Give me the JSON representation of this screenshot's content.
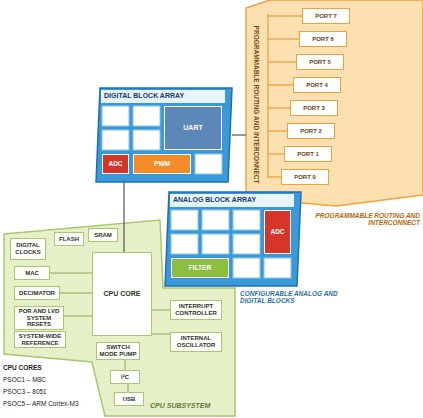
{
  "diagram": {
    "nodes": [
      {
        "text": [
          "PROGRAMMABLE ROUTING AND INTERCONNECT",
          "PROGRAMMABLE ROUTING AND INTERCONNECT"
        ]
      },
      {
        "text": [
          "PORT 7"
        ],
        "in": 0
      },
      {
        "text": [
          "PORT 6"
        ],
        "in": 0
      },
      {
        "text": [
          "PORT 5"
        ],
        "in": 0
      },
      {
        "text": [
          "PORT 4"
        ],
        "in": 0
      },
      {
        "text": [
          "PORT 3"
        ],
        "in": 0
      },
      {
        "text": [
          "PORT 2"
        ],
        "in": 0
      },
      {
        "text": [
          "PORT 1"
        ],
        "in": 0
      },
      {
        "text": [
          "PORT 0"
        ],
        "in": 0
      },
      {
        "text": [
          "DIGITAL BLOCK ARRAY"
        ]
      },
      {
        "text": [
          "UART"
        ],
        "in": 9
      },
      {
        "text": [
          "ADC"
        ],
        "in": 9
      },
      {
        "text": [
          "PWM"
        ],
        "in": 9
      },
      {
        "text": [
          "ANALOG BLOCK ARRAY"
        ]
      },
      {
        "text": [
          "ADC"
        ],
        "in": 13
      },
      {
        "text": [
          "FILTER"
        ],
        "in": 13
      },
      {
        "text": [
          "CPU SUBSYSTEM"
        ]
      },
      {
        "text": [
          "DIGITAL CLOCKS"
        ],
        "in": 16
      },
      {
        "text": [
          "FLASH"
        ],
        "in": 16
      },
      {
        "text": [
          "SRAM"
        ],
        "in": 16
      },
      {
        "text": [
          "MAC"
        ],
        "in": 16
      },
      {
        "text": [
          "CPU CORE"
        ],
        "in": 16
      },
      {
        "text": [
          "DECIMATOR"
        ],
        "in": 16
      },
      {
        "text": [
          "POR AND LVD SYSTEM RESETS"
        ],
        "in": 16
      },
      {
        "text": [
          "SYSTEM-WIDE REFERENCE"
        ],
        "in": 16
      },
      {
        "text": [
          "INTERRUPT CONTROLLER"
        ],
        "in": 16
      },
      {
        "text": [
          "SWITCH MODE PUMP"
        ],
        "in": 16
      },
      {
        "text": [
          "INTERNAL OSCILLATOR"
        ],
        "in": 16
      },
      {
        "text": [
          "I²C"
        ],
        "in": 16
      },
      {
        "text": [
          "USB"
        ],
        "in": 16
      }
    ],
    "edges": [
      {
        "from": 21,
        "to": 9,
        "arrow": "none"
      },
      {
        "from": 9,
        "to": 0,
        "arrow": "none"
      }
    ],
    "labels": [
      "CONFIGURABLE ANALOG AND DIGITAL BLOCKS",
      "CPU CORES",
      "PSOC1 – M8C",
      "PSOC3 – 8051",
      "PSOC5 – ARM Cortex-M3"
    ]
  }
}
